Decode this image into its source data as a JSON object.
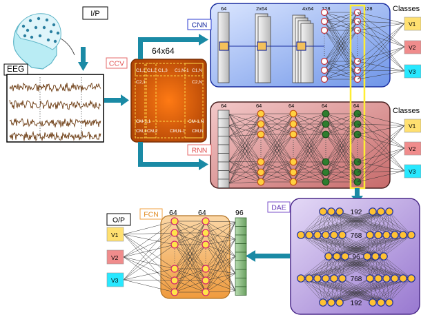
{
  "labels": {
    "input": "I/P",
    "eeg": "EEG",
    "ccv": "CCV",
    "ccv_size": "64x64",
    "cnn": "CNN",
    "rnn": "RNN",
    "dae": "DAE",
    "fcn": "FCN",
    "output": "O/P",
    "classes": "Classes"
  },
  "ccv_cells": {
    "c11": "C1,1",
    "c12": "C1,2",
    "c13": "C1,3",
    "c1n1": "C1,N-1",
    "c1n": "C1,N",
    "c21": "C2,1",
    "c2n": "C2,N",
    "cm11": "CM-1,1",
    "cm1n": "CM-1,N",
    "cm1": "CM,1",
    "cm2": "CM,2",
    "cmn1": "CM,N-1",
    "cmn": "CM,N"
  },
  "cnn_layers": [
    "64",
    "2x64",
    "4x64",
    "128",
    "128"
  ],
  "rnn_layers": [
    "64",
    "64",
    "64",
    "64",
    "64"
  ],
  "dae_layers": [
    "192",
    "768",
    "96",
    "768",
    "192"
  ],
  "fcn_layers": [
    "64",
    "64",
    "96"
  ],
  "class_labels": [
    "V1",
    "V2",
    "V3"
  ],
  "colors": {
    "cnn_box": "#8fb0f0",
    "rnn_box": "#d98a8a",
    "dae_box": "#b49be0",
    "fcn_box": "#f5b565",
    "ccv_box": "#e0600a",
    "class_v1": "#ffe070",
    "class_v2": "#f08c8c",
    "class_v3": "#28e8ff",
    "arrow": "#1a8aa5",
    "node_yellow": "#ffd040",
    "node_green": "#2e7d2e",
    "highlight": "#ffee33"
  }
}
